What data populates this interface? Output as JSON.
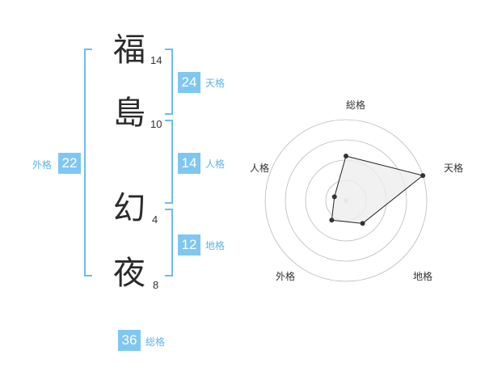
{
  "name": {
    "chars": [
      {
        "char": "福",
        "strokes": "14"
      },
      {
        "char": "島",
        "strokes": "10"
      },
      {
        "char": "幻",
        "strokes": "4"
      },
      {
        "char": "夜",
        "strokes": "8"
      }
    ]
  },
  "fortune": {
    "tenkaku": {
      "value": "24",
      "label": "天格"
    },
    "jinkaku": {
      "value": "14",
      "label": "人格"
    },
    "chikaku": {
      "value": "12",
      "label": "地格"
    },
    "gaikaku": {
      "value": "22",
      "label": "外格"
    },
    "soukaku": {
      "value": "36",
      "label": "総格"
    }
  },
  "chart_data": {
    "type": "radar",
    "axes": [
      "総格",
      "天格",
      "地格",
      "外格",
      "人格"
    ],
    "values": [
      0.55,
      1.0,
      0.35,
      0.3,
      0.15
    ],
    "rings": 4,
    "colors": {
      "ring": "#bbbbbb",
      "fill": "#eeeeee",
      "line": "#222222",
      "point": "#333333",
      "center": "#cccccc"
    }
  }
}
